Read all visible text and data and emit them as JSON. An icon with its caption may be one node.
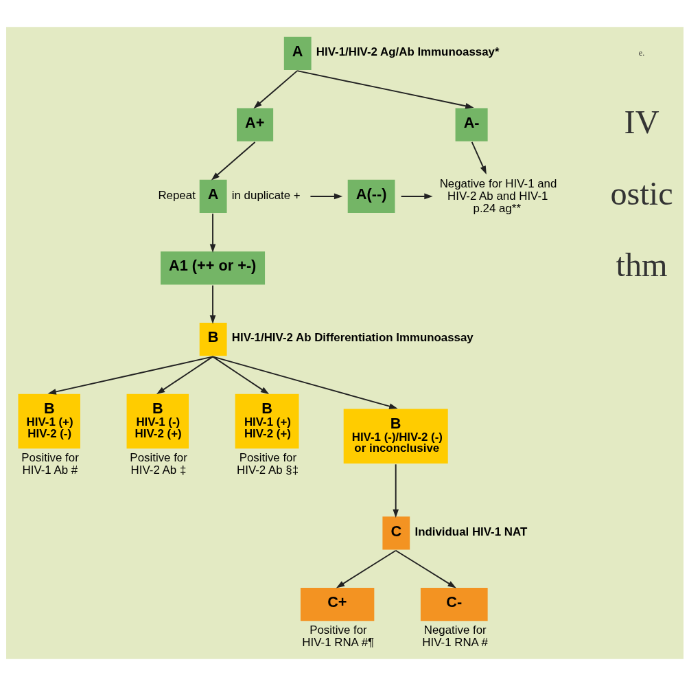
{
  "diagram": {
    "nodes": [
      {
        "text": [
          "A"
        ],
        "beside": [
          "HIV-1/HIV-2 Ag/Ab Immunoassay*"
        ]
      },
      {
        "text": [
          "A+"
        ]
      },
      {
        "text": [
          "A-"
        ]
      },
      {
        "text": [
          "A"
        ],
        "beside": [
          "Repeat",
          "in duplicate +"
        ]
      },
      {
        "text": [
          "A(--)"
        ]
      },
      {
        "text": [
          "Negative for HIV-1 and HIV-2 Ab and HIV-1 p.24 ag**"
        ]
      },
      {
        "text": [
          "A1 (++ or +-)"
        ]
      },
      {
        "text": [
          "B"
        ],
        "beside": [
          "HIV-1/HIV-2 Ab Differentiation Immunoassay"
        ]
      },
      {
        "text": [
          "B",
          "HIV-1 (+) HIV-2 (-)"
        ],
        "beside": [
          "Positive for HIV-1 Ab #"
        ]
      },
      {
        "text": [
          "B",
          "HIV-1 (-) HIV-2 (+)"
        ],
        "beside": [
          "Positive for HIV-2 Ab ‡"
        ]
      },
      {
        "text": [
          "B",
          "HIV-1 (+) HIV-2 (+)"
        ],
        "beside": [
          "Positive for HIV-2 Ab §‡"
        ]
      },
      {
        "text": [
          "B",
          "HIV-1 (-)/HIV-2 (-) or inconclusive"
        ]
      },
      {
        "text": [
          "C"
        ],
        "beside": [
          "Individual HIV-1 NAT"
        ]
      },
      {
        "text": [
          "C+"
        ],
        "beside": [
          "Positive for HIV-1 RNA #¶"
        ]
      },
      {
        "text": [
          "C-"
        ],
        "beside": [
          "Negative for HIV-1 RNA #"
        ]
      }
    ],
    "edges": [
      {
        "from": 0,
        "to": 1,
        "arrow": "to"
      },
      {
        "from": 0,
        "to": 2,
        "arrow": "to"
      },
      {
        "from": 1,
        "to": 3,
        "arrow": "to"
      },
      {
        "from": 2,
        "to": 5,
        "arrow": "to"
      },
      {
        "from": 3,
        "to": 4,
        "arrow": "to"
      },
      {
        "from": 4,
        "to": 5,
        "arrow": "to"
      },
      {
        "from": 3,
        "to": 6,
        "arrow": "to"
      },
      {
        "from": 6,
        "to": 7,
        "arrow": "to"
      },
      {
        "from": 7,
        "to": 8,
        "arrow": "to"
      },
      {
        "from": 7,
        "to": 9,
        "arrow": "to"
      },
      {
        "from": 7,
        "to": 10,
        "arrow": "to"
      },
      {
        "from": 7,
        "to": 11,
        "arrow": "to"
      },
      {
        "from": 11,
        "to": 12,
        "arrow": "to"
      },
      {
        "from": 12,
        "to": 13,
        "arrow": "to"
      },
      {
        "from": 12,
        "to": 14,
        "arrow": "to"
      }
    ],
    "labels": [
      "e.",
      "IV",
      "ostic",
      "thm"
    ]
  }
}
